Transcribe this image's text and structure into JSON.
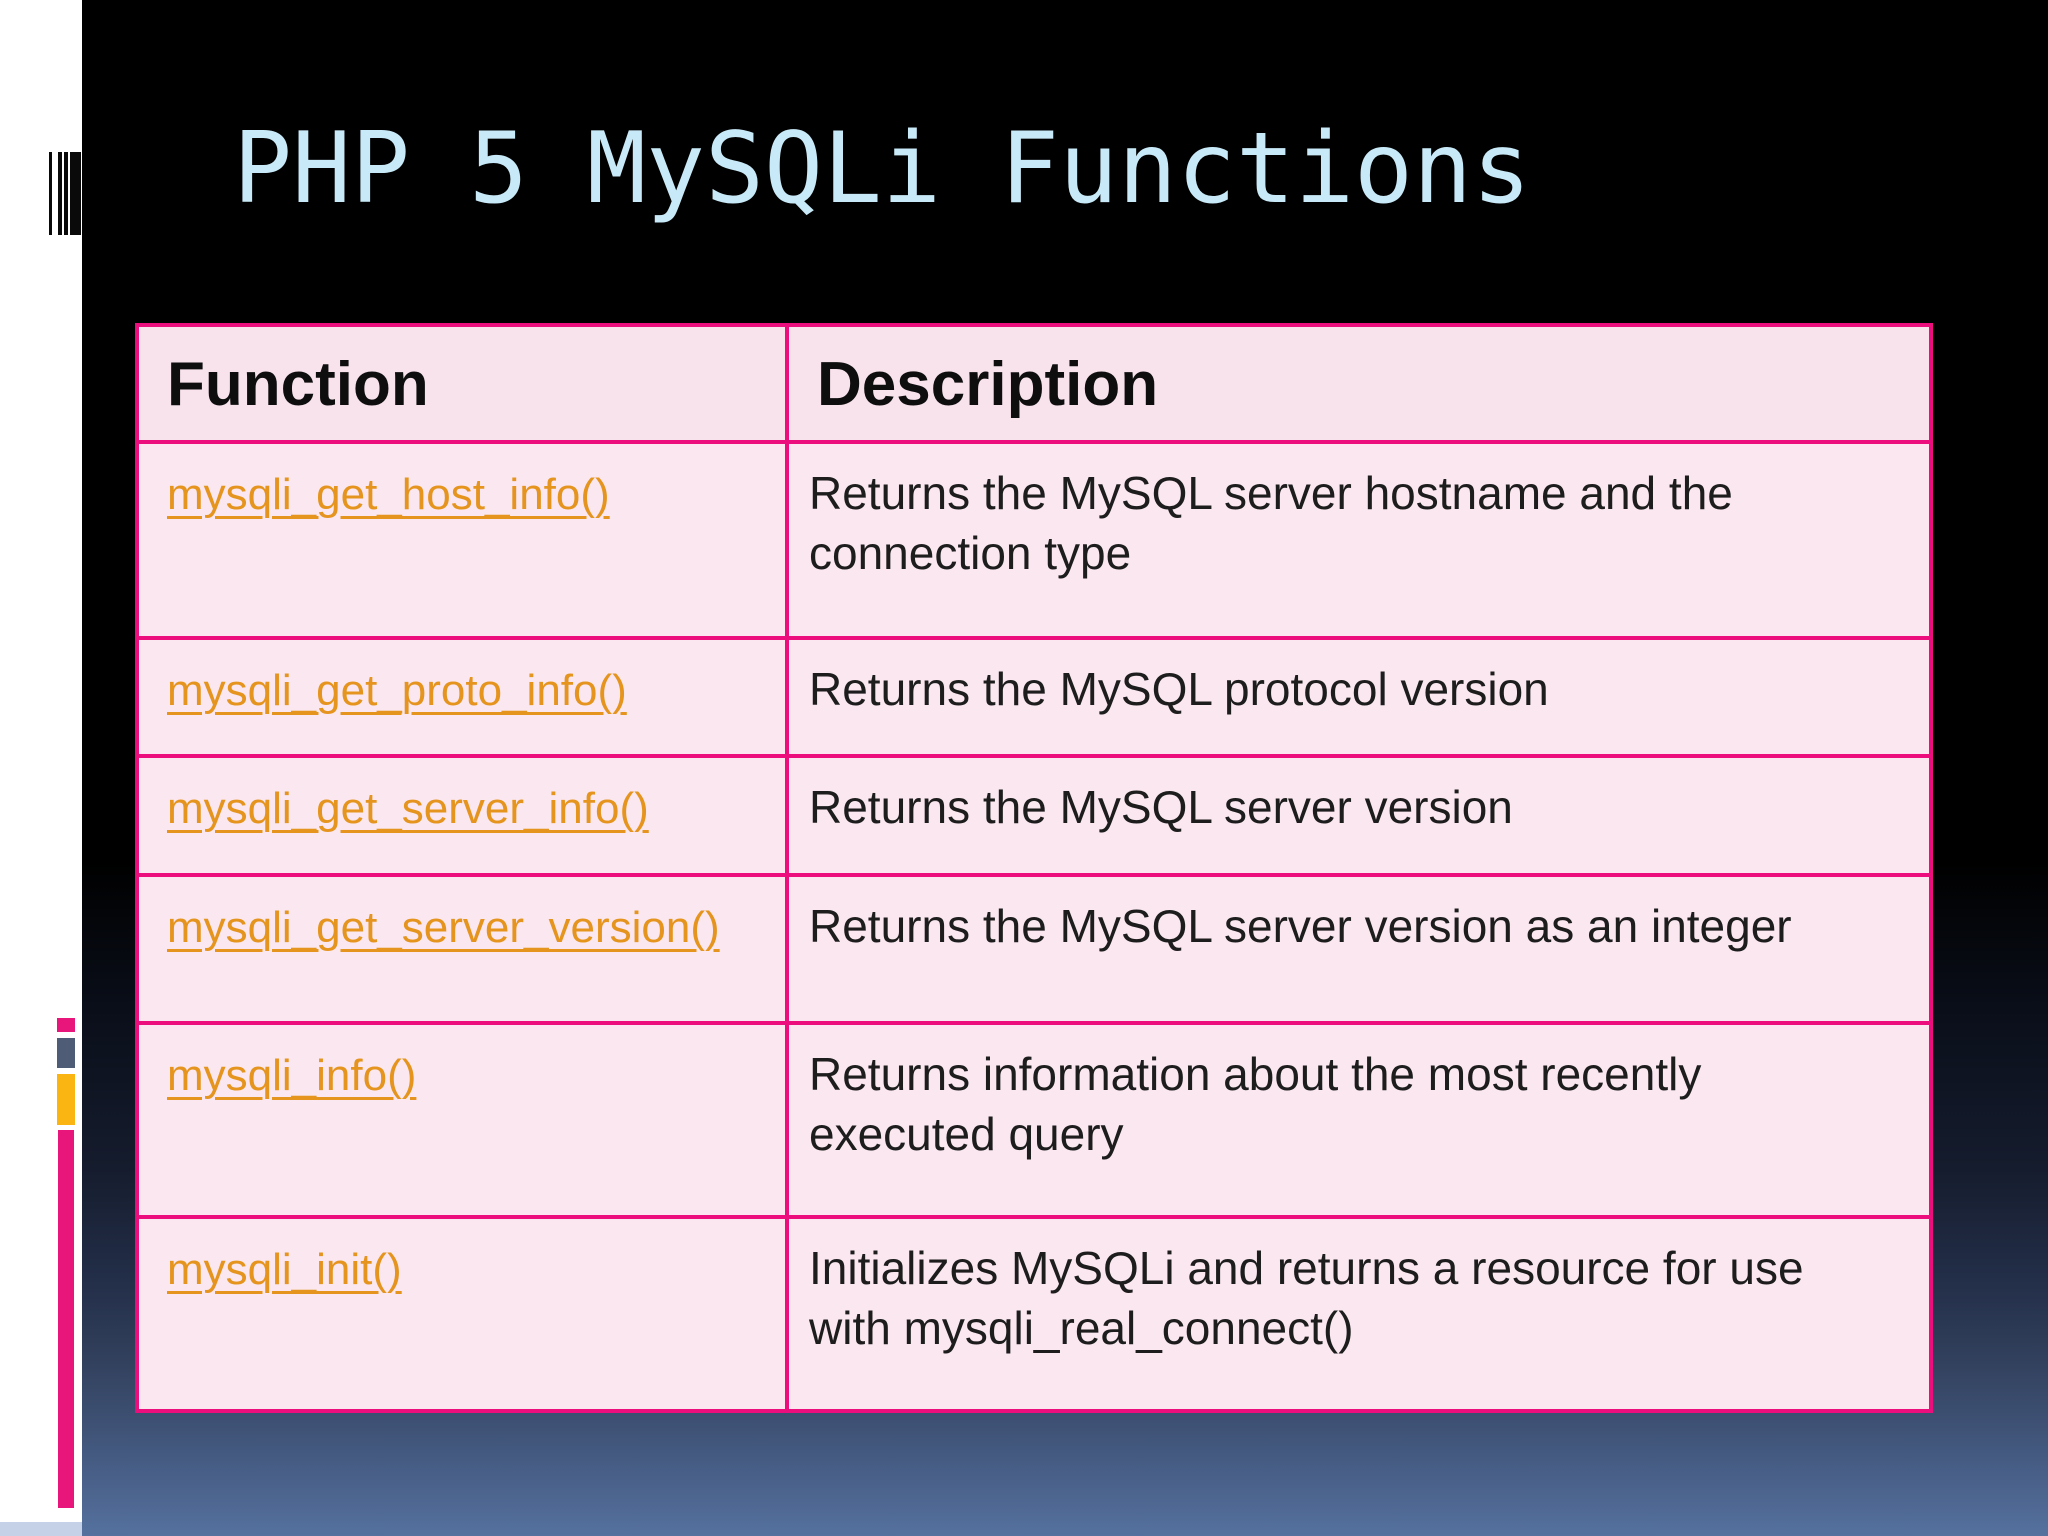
{
  "slide": {
    "title": "PHP 5 MySQLi Functions",
    "colors": {
      "title_text": "#c8e9f7",
      "background_top": "#000000",
      "background_bottom": "#55719e",
      "table_border": "#ec0e7c",
      "table_header_bg": "#f8e2ec",
      "table_body_bg": "#fae7f0",
      "link_orange": "#e5941e",
      "decor_pink": "#e8167b",
      "decor_gray": "#4e5c76",
      "decor_orange": "#fbb512"
    },
    "decor": {
      "barcode": "barcode-decoration",
      "blocks": [
        "pink",
        "gray",
        "orange",
        "pink-tall-bar"
      ]
    }
  },
  "table": {
    "headers": [
      "Function",
      "Description"
    ],
    "rows": [
      {
        "function": "mysqli_get_host_info()",
        "description": "Returns the MySQL server hostname and the\nconnection type"
      },
      {
        "function": "mysqli_get_proto_info()",
        "description": "Returns the MySQL protocol version"
      },
      {
        "function": "mysqli_get_server_info()",
        "description": "Returns the MySQL server version"
      },
      {
        "function": "mysqli_get_server_version()",
        "description": "Returns the MySQL server version as an integer"
      },
      {
        "function": "mysqli_info()",
        "description": "Returns information about the most recently\nexecuted query"
      },
      {
        "function": "mysqli_init()",
        "description": "Initializes MySQLi and returns a resource for use\nwith mysqli_real_connect()"
      }
    ]
  }
}
